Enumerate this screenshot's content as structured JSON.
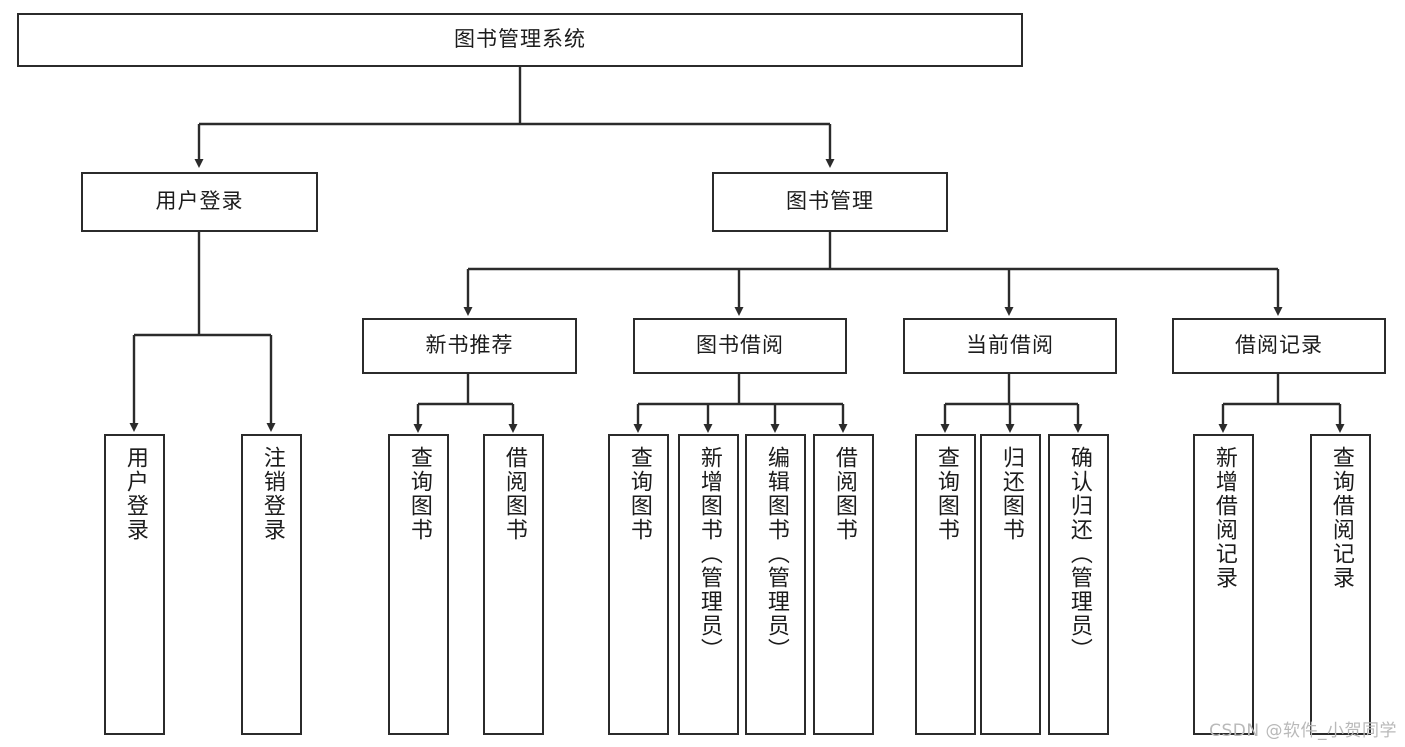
{
  "diagram": {
    "title": "图书管理系统",
    "type": "功能结构图",
    "stroke_color": "#2b2b2b",
    "fill_color": "#ffffff",
    "text_color": "#1c1c1c"
  },
  "root": {
    "label": "图书管理系统"
  },
  "level2": [
    {
      "label": "用户登录"
    },
    {
      "label": "图书管理"
    }
  ],
  "level3": [
    {
      "label": "新书推荐"
    },
    {
      "label": "图书借阅"
    },
    {
      "label": "当前借阅"
    },
    {
      "label": "借阅记录"
    }
  ],
  "leaves": {
    "user_login": [
      {
        "label": "用户登录"
      },
      {
        "label": "注销登录"
      }
    ],
    "new_book": [
      {
        "label": "查询图书"
      },
      {
        "label": "借阅图书"
      }
    ],
    "book_borrow": [
      {
        "label": "查询图书"
      },
      {
        "label": "新增图书（管理员）"
      },
      {
        "label": "编辑图书（管理员）"
      },
      {
        "label": "借阅图书"
      }
    ],
    "current_borrow": [
      {
        "label": "查询图书"
      },
      {
        "label": "归还图书"
      },
      {
        "label": "确认归还（管理员）"
      }
    ],
    "borrow_record": [
      {
        "label": "新增借阅记录"
      },
      {
        "label": "查询借阅记录"
      }
    ]
  },
  "watermark": {
    "text": "CSDN @软件_小贺同学"
  }
}
